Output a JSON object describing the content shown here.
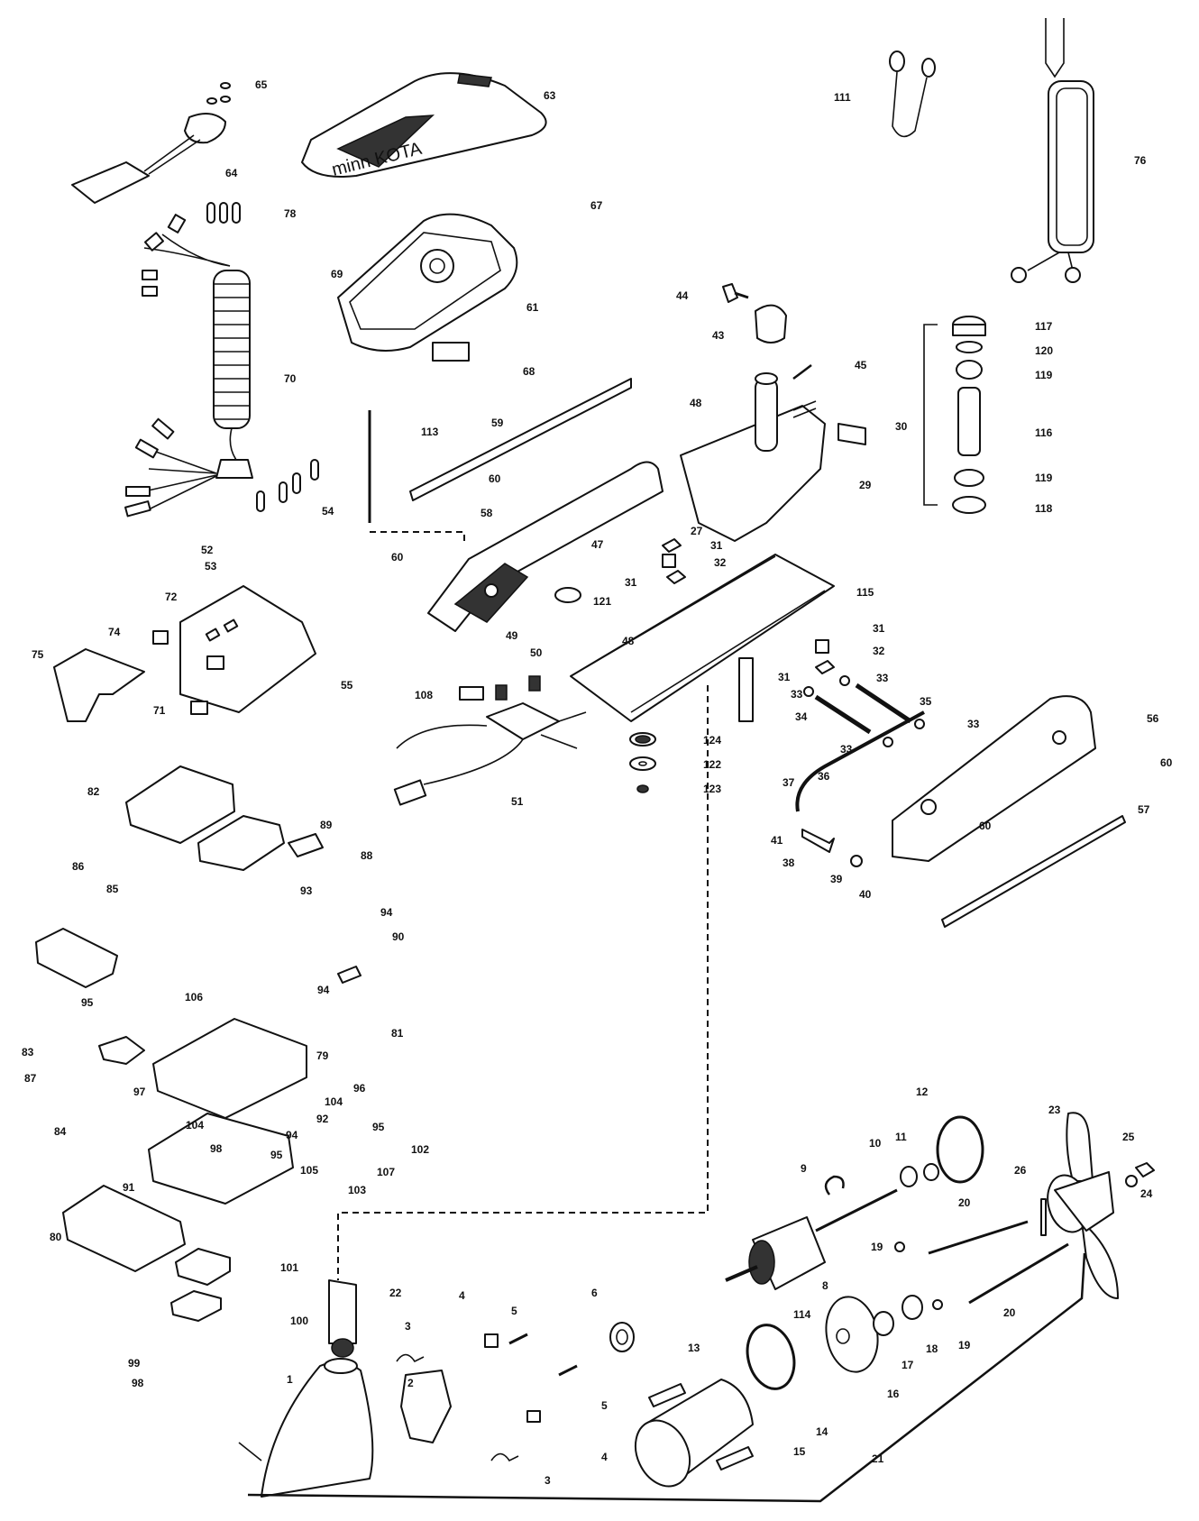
{
  "diagram": {
    "title": "Exploded parts diagram - trolling motor",
    "brand_text": "minn KOTA",
    "colors": {
      "line": "#111111",
      "background": "#ffffff",
      "fill_dark": "#333333"
    },
    "callouts": [
      {
        "id": "65",
        "label": "65"
      },
      {
        "id": "63",
        "label": "63"
      },
      {
        "id": "64",
        "label": "64"
      },
      {
        "id": "78",
        "label": "78"
      },
      {
        "id": "67",
        "label": "67"
      },
      {
        "id": "69",
        "label": "69"
      },
      {
        "id": "61",
        "label": "61"
      },
      {
        "id": "68",
        "label": "68"
      },
      {
        "id": "70",
        "label": "70"
      },
      {
        "id": "113",
        "label": "113"
      },
      {
        "id": "59",
        "label": "59"
      },
      {
        "id": "60a",
        "label": "60"
      },
      {
        "id": "58",
        "label": "58"
      },
      {
        "id": "54",
        "label": "54"
      },
      {
        "id": "52",
        "label": "52"
      },
      {
        "id": "53",
        "label": "53"
      },
      {
        "id": "60b",
        "label": "60"
      },
      {
        "id": "111",
        "label": "111"
      },
      {
        "id": "76",
        "label": "76"
      },
      {
        "id": "44",
        "label": "44"
      },
      {
        "id": "43",
        "label": "43"
      },
      {
        "id": "45",
        "label": "45"
      },
      {
        "id": "48a",
        "label": "48"
      },
      {
        "id": "30",
        "label": "30"
      },
      {
        "id": "29",
        "label": "29"
      },
      {
        "id": "117",
        "label": "117"
      },
      {
        "id": "120",
        "label": "120"
      },
      {
        "id": "119a",
        "label": "119"
      },
      {
        "id": "116",
        "label": "116"
      },
      {
        "id": "119b",
        "label": "119"
      },
      {
        "id": "118",
        "label": "118"
      },
      {
        "id": "27",
        "label": "27"
      },
      {
        "id": "47",
        "label": "47"
      },
      {
        "id": "31a",
        "label": "31"
      },
      {
        "id": "32a",
        "label": "32"
      },
      {
        "id": "31b",
        "label": "31"
      },
      {
        "id": "121",
        "label": "121"
      },
      {
        "id": "115",
        "label": "115"
      },
      {
        "id": "31c",
        "label": "31"
      },
      {
        "id": "32b",
        "label": "32"
      },
      {
        "id": "31d",
        "label": "31"
      },
      {
        "id": "33a",
        "label": "33"
      },
      {
        "id": "33b",
        "label": "33"
      },
      {
        "id": "35",
        "label": "35"
      },
      {
        "id": "34",
        "label": "34"
      },
      {
        "id": "33c",
        "label": "33"
      },
      {
        "id": "33d",
        "label": "33"
      },
      {
        "id": "56",
        "label": "56"
      },
      {
        "id": "60c",
        "label": "60"
      },
      {
        "id": "36",
        "label": "36"
      },
      {
        "id": "37",
        "label": "37"
      },
      {
        "id": "41",
        "label": "41"
      },
      {
        "id": "38",
        "label": "38"
      },
      {
        "id": "39",
        "label": "39"
      },
      {
        "id": "40",
        "label": "40"
      },
      {
        "id": "60d",
        "label": "60"
      },
      {
        "id": "57",
        "label": "57"
      },
      {
        "id": "49",
        "label": "49"
      },
      {
        "id": "50",
        "label": "50"
      },
      {
        "id": "48b",
        "label": "48"
      },
      {
        "id": "72",
        "label": "72"
      },
      {
        "id": "74",
        "label": "74"
      },
      {
        "id": "75",
        "label": "75"
      },
      {
        "id": "71",
        "label": "71"
      },
      {
        "id": "55",
        "label": "55"
      },
      {
        "id": "108",
        "label": "108"
      },
      {
        "id": "51",
        "label": "51"
      },
      {
        "id": "124",
        "label": "124"
      },
      {
        "id": "122",
        "label": "122"
      },
      {
        "id": "123",
        "label": "123"
      },
      {
        "id": "82",
        "label": "82"
      },
      {
        "id": "89",
        "label": "89"
      },
      {
        "id": "88",
        "label": "88"
      },
      {
        "id": "86",
        "label": "86"
      },
      {
        "id": "85",
        "label": "85"
      },
      {
        "id": "93",
        "label": "93"
      },
      {
        "id": "94a",
        "label": "94"
      },
      {
        "id": "90",
        "label": "90"
      },
      {
        "id": "95a",
        "label": "95"
      },
      {
        "id": "106",
        "label": "106"
      },
      {
        "id": "94b",
        "label": "94"
      },
      {
        "id": "81",
        "label": "81"
      },
      {
        "id": "83",
        "label": "83"
      },
      {
        "id": "79",
        "label": "79"
      },
      {
        "id": "87",
        "label": "87"
      },
      {
        "id": "97",
        "label": "97"
      },
      {
        "id": "96",
        "label": "96"
      },
      {
        "id": "104a",
        "label": "104"
      },
      {
        "id": "104b",
        "label": "104"
      },
      {
        "id": "92",
        "label": "92"
      },
      {
        "id": "94c",
        "label": "94"
      },
      {
        "id": "95b",
        "label": "95"
      },
      {
        "id": "84",
        "label": "84"
      },
      {
        "id": "98",
        "label": "98"
      },
      {
        "id": "95c",
        "label": "95"
      },
      {
        "id": "102",
        "label": "102"
      },
      {
        "id": "105",
        "label": "105"
      },
      {
        "id": "107",
        "label": "107"
      },
      {
        "id": "103",
        "label": "103"
      },
      {
        "id": "91",
        "label": "91"
      },
      {
        "id": "80",
        "label": "80"
      },
      {
        "id": "101",
        "label": "101"
      },
      {
        "id": "100",
        "label": "100"
      },
      {
        "id": "99",
        "label": "99"
      },
      {
        "id": "98b",
        "label": "98"
      },
      {
        "id": "22",
        "label": "22"
      },
      {
        "id": "1",
        "label": "1"
      },
      {
        "id": "2",
        "label": "2"
      },
      {
        "id": "3a",
        "label": "3"
      },
      {
        "id": "3b",
        "label": "3"
      },
      {
        "id": "4a",
        "label": "4"
      },
      {
        "id": "4b",
        "label": "4"
      },
      {
        "id": "5a",
        "label": "5"
      },
      {
        "id": "5b",
        "label": "5"
      },
      {
        "id": "6",
        "label": "6"
      },
      {
        "id": "8",
        "label": "8"
      },
      {
        "id": "9",
        "label": "9"
      },
      {
        "id": "10",
        "label": "10"
      },
      {
        "id": "11",
        "label": "11"
      },
      {
        "id": "12",
        "label": "12"
      },
      {
        "id": "13",
        "label": "13"
      },
      {
        "id": "14",
        "label": "14"
      },
      {
        "id": "15",
        "label": "15"
      },
      {
        "id": "16",
        "label": "16"
      },
      {
        "id": "17",
        "label": "17"
      },
      {
        "id": "18",
        "label": "18"
      },
      {
        "id": "19a",
        "label": "19"
      },
      {
        "id": "19b",
        "label": "19"
      },
      {
        "id": "20a",
        "label": "20"
      },
      {
        "id": "20b",
        "label": "20"
      },
      {
        "id": "21",
        "label": "21"
      },
      {
        "id": "23",
        "label": "23"
      },
      {
        "id": "24",
        "label": "24"
      },
      {
        "id": "25",
        "label": "25"
      },
      {
        "id": "26",
        "label": "26"
      },
      {
        "id": "114",
        "label": "114"
      }
    ]
  }
}
